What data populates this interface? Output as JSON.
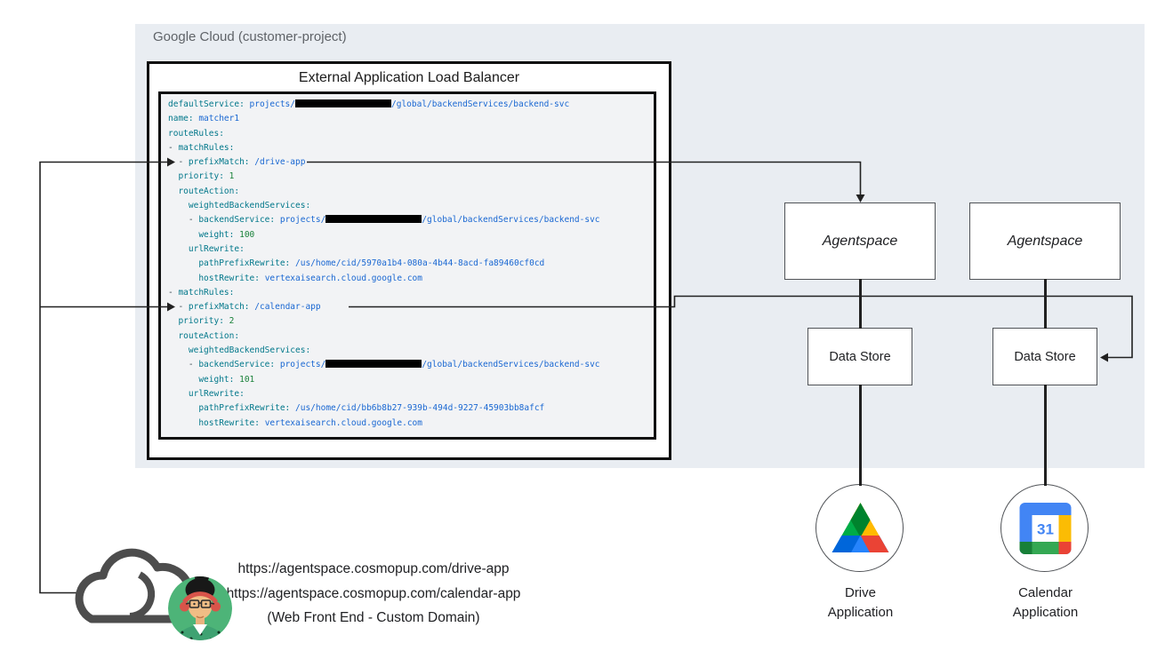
{
  "gcp_panel": {
    "label": "Google Cloud (customer-project)"
  },
  "load_balancer": {
    "title": "External Application Load Balancer",
    "redaction_marker": "[[BAR]]",
    "code_lines": [
      "defaultService: projects/[[BAR]]/global/backendServices/backend-svc",
      "name: matcher1",
      "routeRules:",
      "- matchRules:",
      "  - prefixMatch: /drive-app",
      "  priority: 1",
      "  routeAction:",
      "    weightedBackendServices:",
      "    - backendService: projects/[[BAR]]/global/backendServices/backend-svc",
      "      weight: 100",
      "    urlRewrite:",
      "      pathPrefixRewrite: /us/home/cid/5970a1b4-080a-4b44-8acd-fa89460cf0cd",
      "      hostRewrite: vertexaisearch.cloud.google.com",
      "- matchRules:",
      "  - prefixMatch: /calendar-app",
      "  priority: 2",
      "  routeAction:",
      "    weightedBackendServices:",
      "    - backendService: projects/[[BAR]]/global/backendServices/backend-svc",
      "      weight: 101",
      "    urlRewrite:",
      "      pathPrefixRewrite: /us/home/cid/bb6b8b27-939b-494d-9227-45903bb8afcf",
      "      hostRewrite: vertexaisearch.cloud.google.com"
    ]
  },
  "agentspace_boxes": [
    {
      "label": "Agentspace"
    },
    {
      "label": "Agentspace"
    }
  ],
  "data_stores": [
    {
      "label": "Data Store"
    },
    {
      "label": "Data Store"
    }
  ],
  "apps": [
    {
      "label_line1": "Drive",
      "label_line2": "Application"
    },
    {
      "label_line1": "Calendar",
      "label_line2": "Application",
      "calendar_day": "31"
    }
  ],
  "frontend": {
    "url_drive": "https://agentspace.cosmopup.com/drive-app",
    "url_calendar": "https://agentspace.cosmopup.com/calendar-app",
    "caption": "(Web Front End - Custom Domain)"
  },
  "colors": {
    "panel": "#e9edf2",
    "key": "#00778a",
    "value": "#1967d2",
    "number": "#188038",
    "plain": "#37474f",
    "drive_green": "#00ac47",
    "drive_yellow": "#ffba00",
    "drive_blue": "#2684fc",
    "drive_dark_green": "#00832d",
    "drive_dark_blue": "#0066da",
    "drive_red": "#ea4335",
    "calendar_blue": "#4285f4",
    "calendar_yellow": "#fbbc04",
    "calendar_green": "#34a853",
    "calendar_dark_green": "#188038",
    "calendar_red": "#ea4335"
  }
}
